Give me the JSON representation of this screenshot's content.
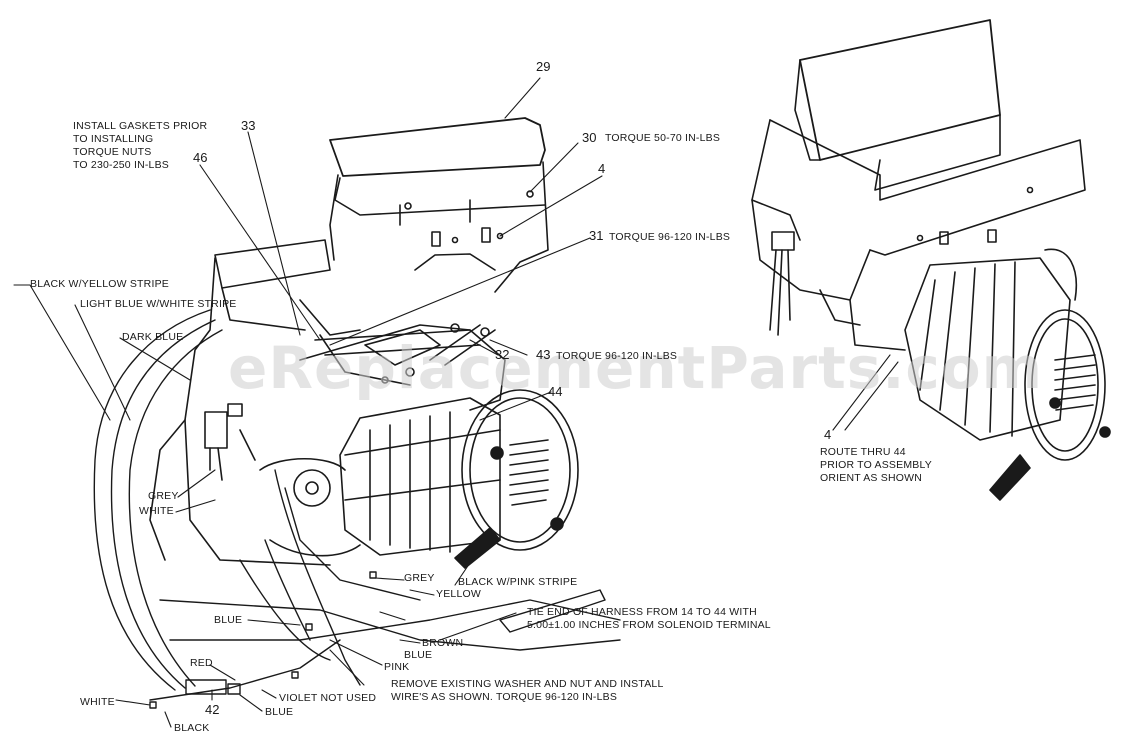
{
  "watermark": "eReplacementParts.com",
  "callouts": {
    "n29": "29",
    "n30": "30",
    "n4a": "4",
    "n31": "31",
    "n33": "33",
    "n46": "46",
    "n32": "32",
    "n43": "43",
    "n44": "44",
    "n42": "42",
    "n4b": "4"
  },
  "notes": {
    "install_gaskets": "INSTALL GASKETS PRIOR\nTO INSTALLING\nTORQUE NUTS\nTO 230-250 IN-LBS",
    "torque_30": "TORQUE 50-70 IN-LBS",
    "torque_31": "TORQUE 96-120 IN-LBS",
    "torque_43": "TORQUE 96-120 IN-LBS",
    "tie_end": "TIE END OF HARNESS FROM 14 TO 44  WITH\n5.00±1.00 INCHES FROM SOLENOID TERMINAL",
    "remove_washer": "REMOVE EXISTING WASHER AND NUT AND INSTALL\nWIRE'S AS SHOWN. TORQUE 96-120 IN-LBS",
    "route_thru": "ROUTE THRU 44\nPRIOR TO ASSEMBLY\nORIENT AS SHOWN"
  },
  "wires": {
    "black_yellow": "BLACK W/YELLOW STRIPE",
    "light_blue": "LIGHT BLUE W/WHITE STRIPE",
    "dark_blue": "DARK BLUE",
    "grey_left": "GREY",
    "white_left": "WHITE",
    "grey_bottom": "GREY",
    "black_pink": "BLACK W/PINK STRIPE",
    "yellow": "YELLOW",
    "blue_mid": "BLUE",
    "brown": "BROWN",
    "blue_low": "BLUE",
    "pink": "PINK",
    "red": "RED",
    "white_bottom": "WHITE",
    "violet": "VIOLET NOT USED",
    "blue_bottom": "BLUE",
    "black_bottom": "BLACK"
  },
  "colors": {
    "ink": "#1a1a1a",
    "watermark": "#cfcfcf"
  }
}
